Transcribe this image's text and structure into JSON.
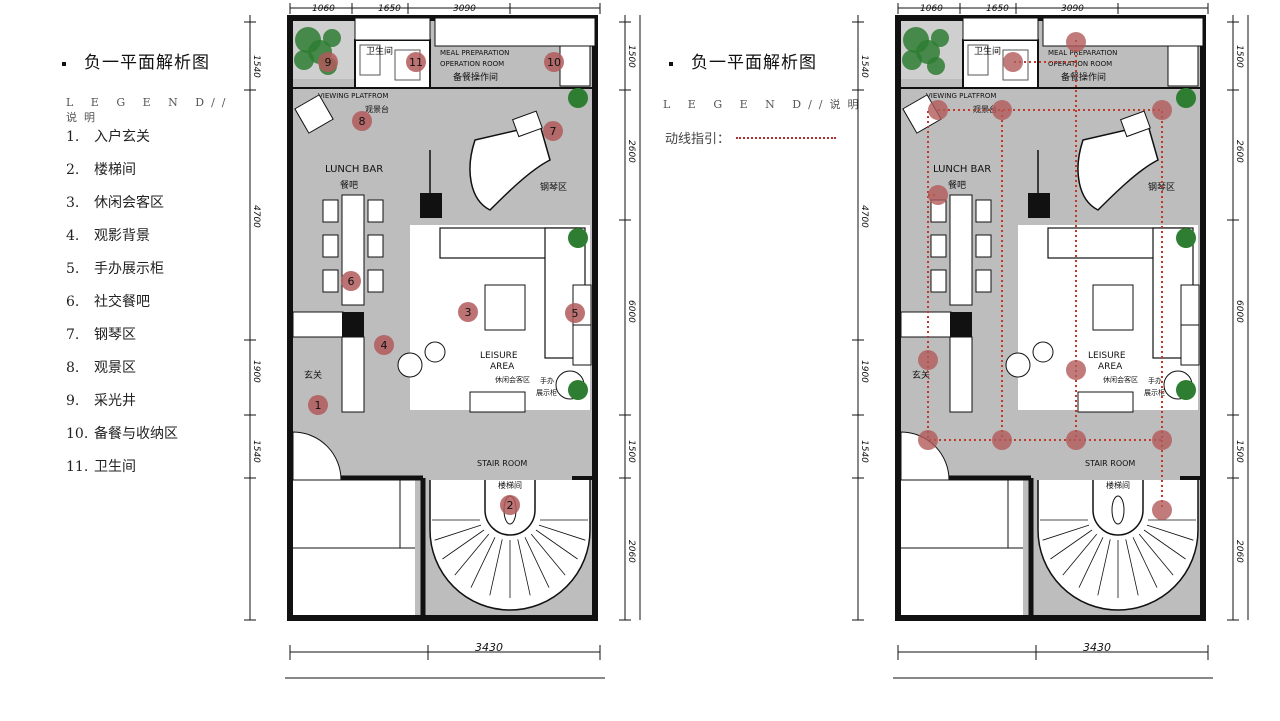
{
  "left": {
    "title": "负一平面解析图",
    "legend_head": "L E G E N D//说明",
    "legend": [
      {
        "num": "1.",
        "label": "入户玄关"
      },
      {
        "num": "2.",
        "label": "楼梯间"
      },
      {
        "num": "3.",
        "label": "休闲会客区"
      },
      {
        "num": "4.",
        "label": "观影背景"
      },
      {
        "num": "5.",
        "label": "手办展示柜"
      },
      {
        "num": "6.",
        "label": "社交餐吧"
      },
      {
        "num": "7.",
        "label": "钢琴区"
      },
      {
        "num": "8.",
        "label": "观景区"
      },
      {
        "num": "9.",
        "label": "采光井"
      },
      {
        "num": "10.",
        "label": "备餐与收纳区"
      },
      {
        "num": "11.",
        "label": "卫生间"
      }
    ]
  },
  "right": {
    "title": "负一平面解析图",
    "legend_head": "L E G E N D//说明",
    "route_label": "动线指引："
  },
  "plan": {
    "dims_top": [
      "1060",
      "1650",
      "3090"
    ],
    "dim_bottom": "3430",
    "dims_left": [
      "1540",
      "4700",
      "1900",
      "1540"
    ],
    "dims_right": [
      "1500",
      "2600",
      "6000",
      "1500",
      "2060"
    ],
    "labels": {
      "wc": "卫生间",
      "meal1": "MEAL PREPARATION",
      "meal2": "OPERATION ROOM",
      "meal_cn": "备餐操作间",
      "view": "VIEWING PLATFROM",
      "view_cn": "观景台",
      "lunch": "LUNCH BAR",
      "lunch_cn": "餐吧",
      "piano_cn": "钢琴区",
      "leisure1": "LEISURE",
      "leisure2": "AREA",
      "leisure_cn": "休闲会客区",
      "entry_cn": "玄关",
      "display1": "手办",
      "display2": "展示柜",
      "stair": "STAIR ROOM",
      "stair_cn": "楼梯间"
    },
    "markers": [
      "1",
      "2",
      "3",
      "4",
      "5",
      "6",
      "7",
      "8",
      "9",
      "10",
      "11"
    ]
  },
  "colors": {
    "floor": "#bdbdbd",
    "wall": "#111111",
    "marker": "#b25a5a",
    "route": "#c0392b",
    "plant": "#2e7d32"
  }
}
